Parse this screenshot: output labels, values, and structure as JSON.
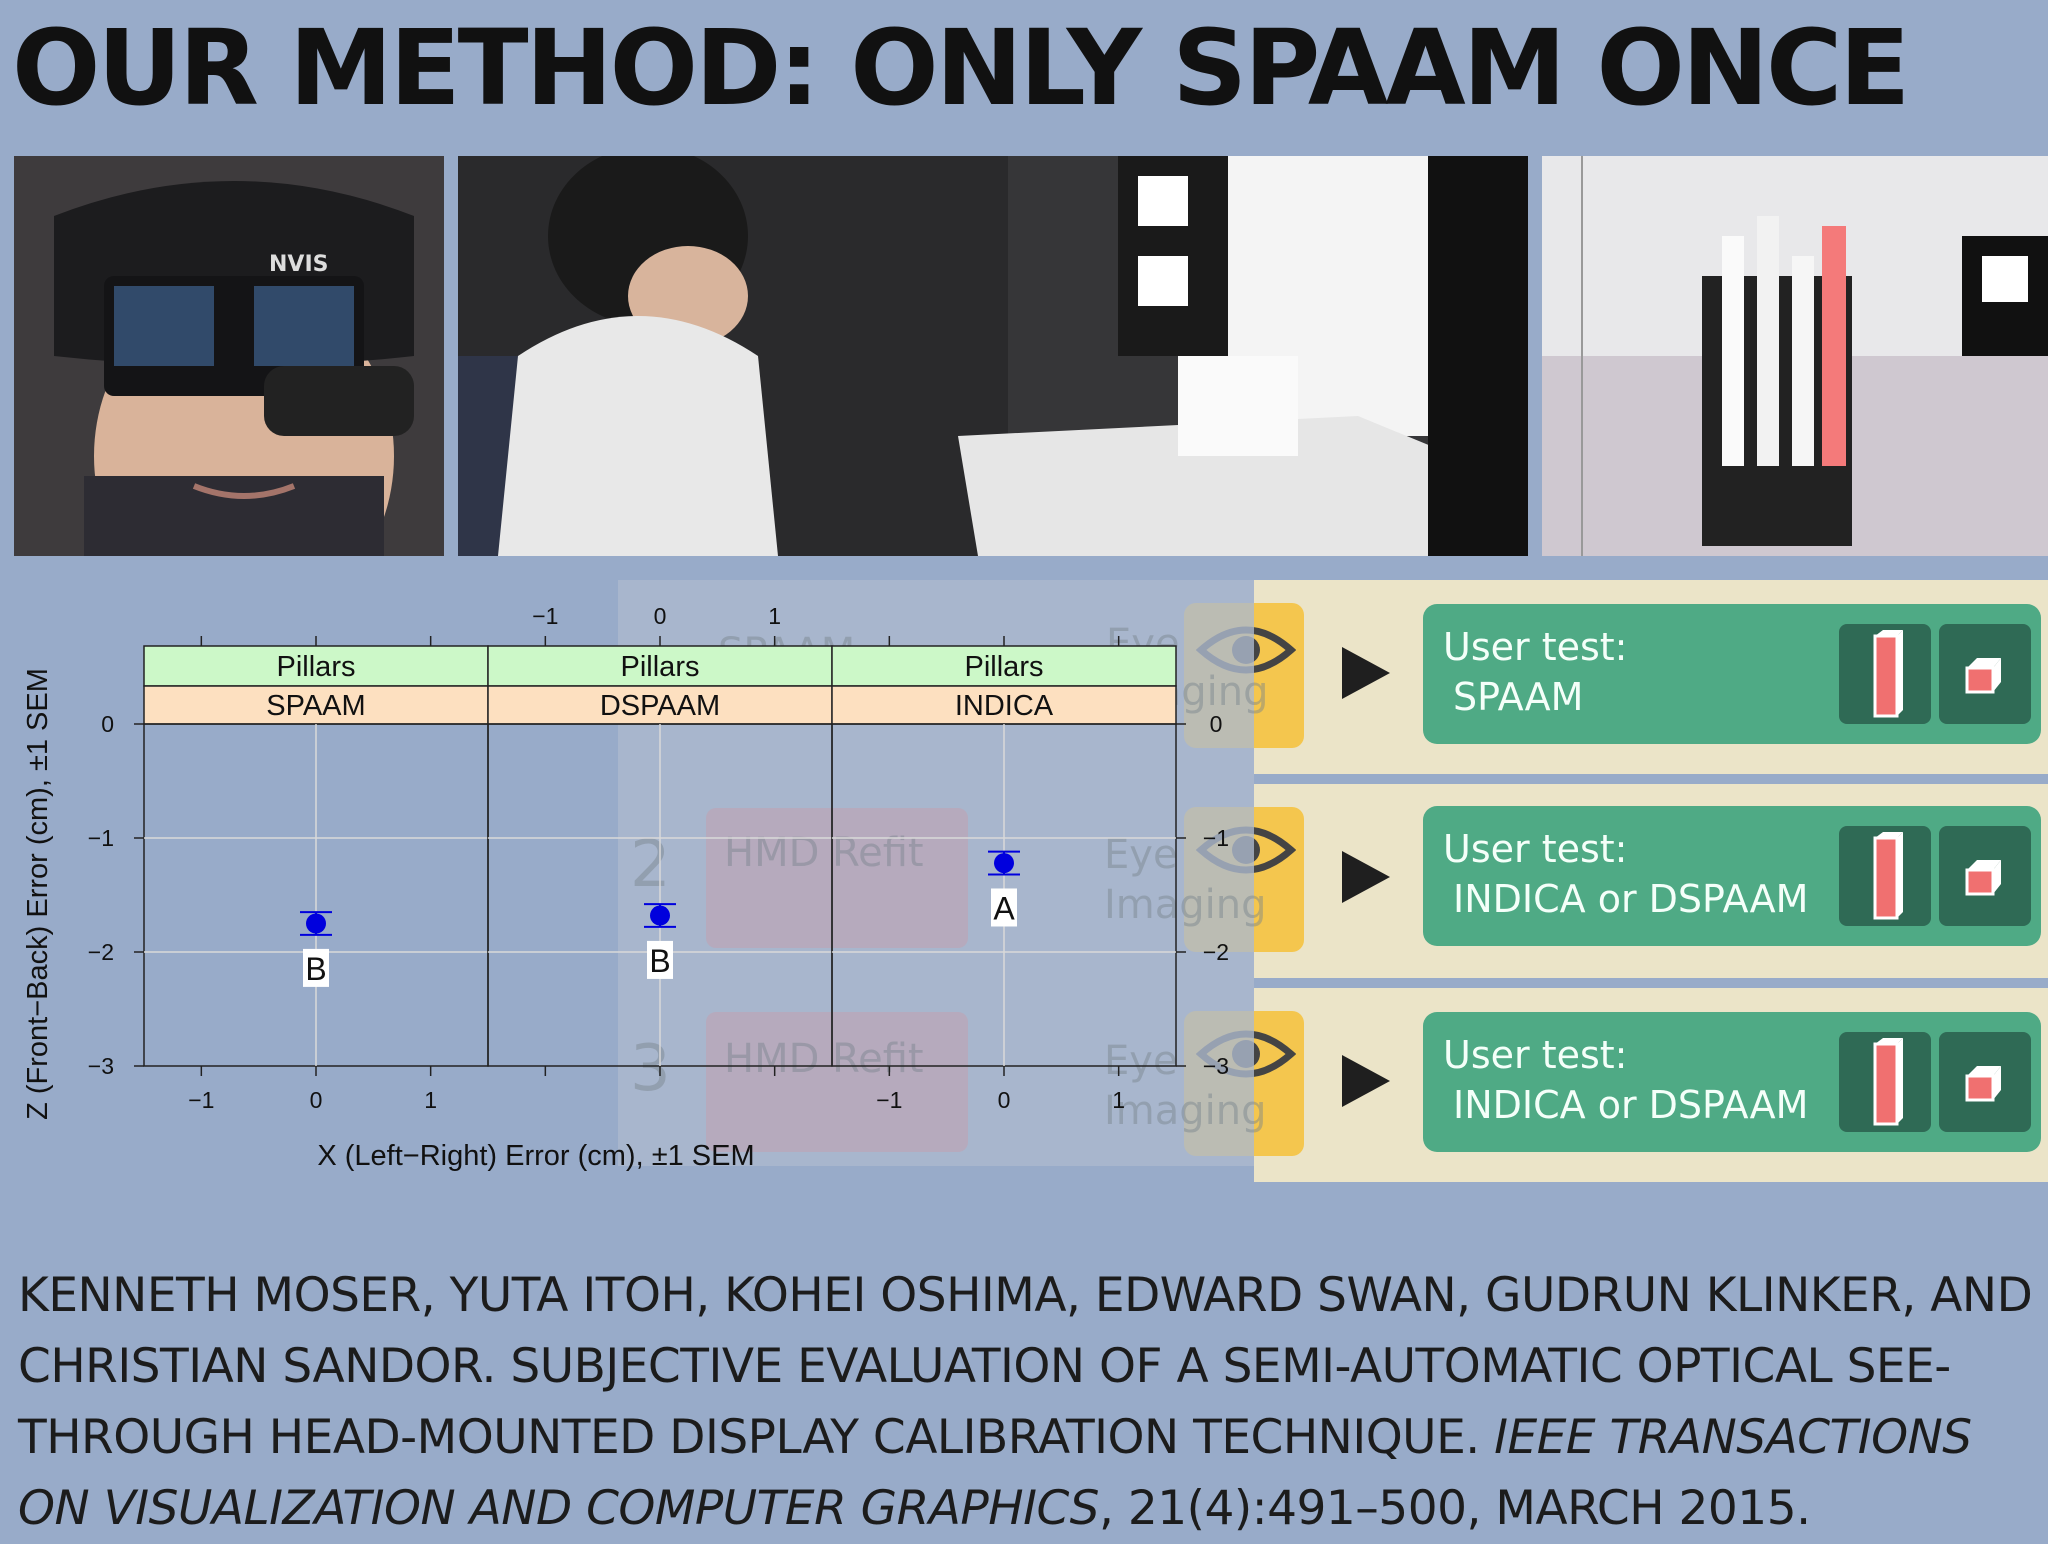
{
  "title": "OUR METHOD: ONLY SPAAM ONCE",
  "photos": [
    {
      "alt": "Participant wearing NVIS head-mounted display",
      "logo_text": "NVIS"
    },
    {
      "alt": "Participant seated at the pillar task table"
    },
    {
      "alt": "Pillar grid apparatus with one highlighted pillar"
    }
  ],
  "ghost_diagram": {
    "labels": [
      "SPAAM",
      "Eye Imaging",
      "HMD Refit",
      "Eye Imaging",
      "HMD Refit",
      "Eye Imaging"
    ],
    "step_numbers": [
      "2",
      "3"
    ]
  },
  "steps": [
    {
      "label_line1": "User test:",
      "label_line2": "SPAAM"
    },
    {
      "label_line1": "User test:",
      "label_line2": "INDICA or DSPAAM"
    },
    {
      "label_line1": "User test:",
      "label_line2": "INDICA or DSPAAM"
    }
  ],
  "colors": {
    "point": "#0000dd",
    "strip_top": "#ccf8c8",
    "strip_bottom": "#fde0c0",
    "step_green": "#4faa85",
    "eye_yellow": "#f4c64e"
  },
  "chart_data": {
    "type": "scatter",
    "xlabel": "X (Left−Right) Error (cm),  ±1 SEM",
    "ylabel": "Z (Front−Back) Error (cm),  ±1 SEM",
    "xlim": [
      -1.5,
      1.5
    ],
    "ylim": [
      -3,
      0
    ],
    "x_ticks": [
      "−1",
      "0",
      "1"
    ],
    "y_ticks": [
      "0",
      "−1",
      "−2",
      "−3"
    ],
    "panels": [
      {
        "strip_top": "Pillars",
        "strip_bottom": "SPAAM",
        "x": 0,
        "z": -1.75,
        "sem": 0.1,
        "group": "B"
      },
      {
        "strip_top": "Pillars",
        "strip_bottom": "DSPAAM",
        "x": 0,
        "z": -1.68,
        "sem": 0.1,
        "group": "B"
      },
      {
        "strip_top": "Pillars",
        "strip_bottom": "INDICA",
        "x": 0,
        "z": -1.22,
        "sem": 0.1,
        "group": "A"
      }
    ]
  },
  "citation": {
    "authors_and_title": "KENNETH MOSER, YUTA ITOH, KOHEI OSHIMA, EDWARD SWAN, GUDRUN KLINKER, AND CHRISTIAN SANDOR. SUBJECTIVE EVALUATION OF A SEMI-AUTOMATIC OPTICAL SEE-THROUGH HEAD-MOUNTED DISPLAY CALIBRATION TECHNIQUE. ",
    "journal": "IEEE TRANSACTIONS ON VISUALIZATION AND COMPUTER GRAPHICS",
    "details": ", 21(4):491–500, MARCH 2015."
  }
}
